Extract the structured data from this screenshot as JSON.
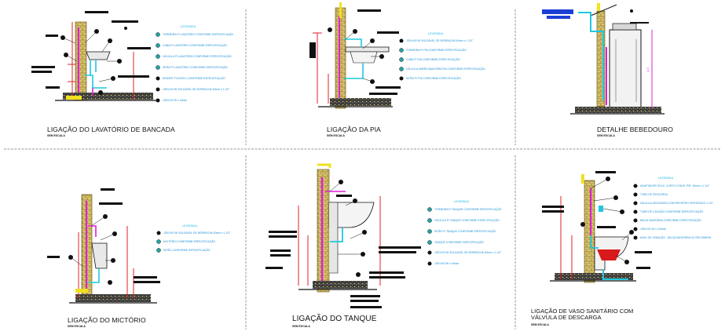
{
  "panels": {
    "lavatorio": {
      "title": "LIGAÇÃO DO LAVATÓRIO DE BANCADA",
      "subtitle": "SEM ESCALA",
      "legend_title": "LEGENDA",
      "legend": [
        "TORNEIRA P/ LAVATÓRIO CONFORME ESPECIFICAÇÃO",
        "CUBA P/ LAVATÓRIO CONFORME ESPECIFICAÇÃO",
        "VÁLVULA P/ LAVATÓRIO CONFORME ESPECIFICAÇÃO",
        "SIFÃO P/ LAVATÓRIO CONFORME ESPECIFICAÇÃO",
        "ENGATE FLEXÍVEL CONFORME ESPECIFICAÇÃO",
        "JOELHO 90 SOLDÁVEL DE BORRACHA 40mm x 1 1/2\"",
        "JOELHO 90 x 40mm"
      ]
    },
    "pia": {
      "title": "LIGAÇÃO DA PIA",
      "subtitle": "SEM ESCALA",
      "legend_title": "LEGENDA",
      "legend": [
        "JOELHO 90 SOLDÁVEL DE BORRACHA 40mm x 1 1/2\"",
        "TORNEIRA P/ PIA CONFORME ESPECIFICAÇÃO",
        "CUBA P/ PIA CONFORME ESPECIFICAÇÃO",
        "VÁLVULA AMERICANA PARA PIA CONFORME ESPECIFICAÇÃO",
        "SIFÃO P/ PIA CONFORME ESPECIFICAÇÃO"
      ]
    },
    "bebedouro": {
      "title": "DETALHE BEBEDOURO",
      "subtitle": "SEM ESCALA"
    },
    "mictorio": {
      "title": "LIGAÇÃO DO MICTÓRIO",
      "subtitle": "SEM ESCALA",
      "legend_title": "LEGENDA",
      "legend": [
        "JOELHO 90 SOLDÁVEL DE BORRACHA 40mm x 1 1/2\"",
        "MICTÓRIO CONFORME ESPECIFICAÇÃO",
        "SIFÃO CONFORME ESPECIFICAÇÃO"
      ]
    },
    "tanque": {
      "title": "LIGAÇÃO DO TANQUE",
      "subtitle": "SEM ESCALA",
      "legend_title": "LEGENDA",
      "legend": [
        "TORNEIRA P/ TANQUE CONFORME ESPECIFICAÇÃO",
        "VÁLVULA P/ TANQUE CONFORME ESPECIFICAÇÃO",
        "SIFÃO P/ TANQUE CONFORME ESPECIFICAÇÃO",
        "TANQUE CONFORME ESPECIFICAÇÃO",
        "JOELHO 90 SOLDÁVEL DE BORRACHA 40mm x 1 1/2\"",
        "JOELHO 90 x 40mm"
      ]
    },
    "vaso": {
      "title_line1": "LIGAÇÃO DE VASO SANITÁRIO COM",
      "title_line2": "VÁLVULA DE DESCARGA",
      "subtitle": "SEM ESCALA",
      "legend_title": "LEGENDA",
      "legend": [
        "ADAPTADOR SOLD. CURTO COM B. P/R. 40mm x 1 1/4\"",
        "TUBO DE DESCARGA",
        "VÁLVULA DESCARGA COM REGISTRO INTEGRADO 1 1/4\"",
        "TUBO DE LIGAÇÃO CONFORME ESPECIFICAÇÃO",
        "BACIA SANITÁRIA CONFORME ESPECIFICAÇÃO",
        "JOELHO 90 x 100mm",
        "ANEL DE VEDAÇÃO - BACIA SANITÁRIA OU RECOMEND."
      ]
    }
  },
  "colors": {
    "wall": "#d9c46e",
    "wall_dark": "#8a6d1e",
    "pipe_cold": "#1ec8e0",
    "pipe_sewer": "#e020d8",
    "dimension": "#e0202a",
    "legend": "#19b6e6",
    "floor": "#2f2f2f",
    "divider": "#9a9a9a"
  }
}
